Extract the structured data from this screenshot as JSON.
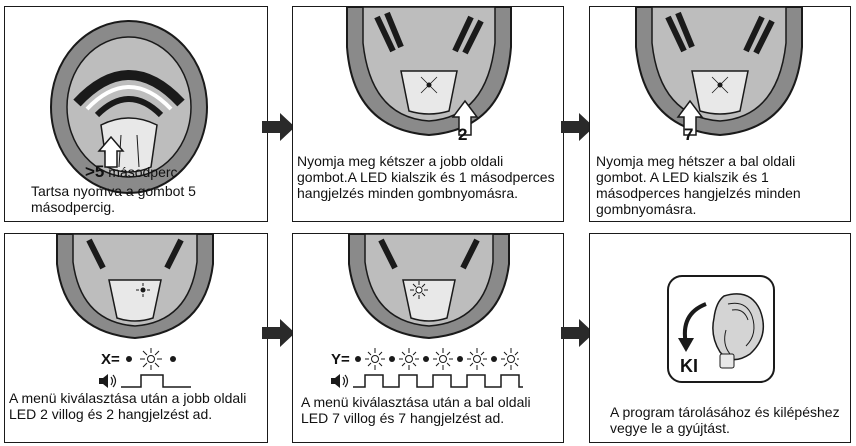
{
  "steps": [
    {
      "number": ">5",
      "unit": "másodperc",
      "caption": "Tartsa nyomva a gombot 5 másodpercig."
    },
    {
      "number": "2",
      "caption": "Nyomja meg kétszer a jobb oldali gombot.A LED kialszik és 1 másodperces hangjelzés minden gombnyomásra."
    },
    {
      "number": "7",
      "caption": "Nyomja meg hétszer a bal oldali gombot. A LED kialszik és 1 másodperces hangjelzés minden gombnyomásra."
    },
    {
      "signal_label": "X=",
      "caption": "A menü kiválasztása után a jobb oldali LED 2 villog és 2 hangjelzést ad."
    },
    {
      "signal_label": "Y=",
      "caption": "A menü kiválasztása után a bal oldali LED 7 villog és 7 hangjelzést ad."
    },
    {
      "key_label": "KI",
      "caption": "A program tárolásához és kilépéshez vegye le a gyújtást."
    }
  ],
  "colors": {
    "ink": "#1a1a1a",
    "steering_gray": "#8a8a8a",
    "arrow": "#2a2a2a"
  }
}
